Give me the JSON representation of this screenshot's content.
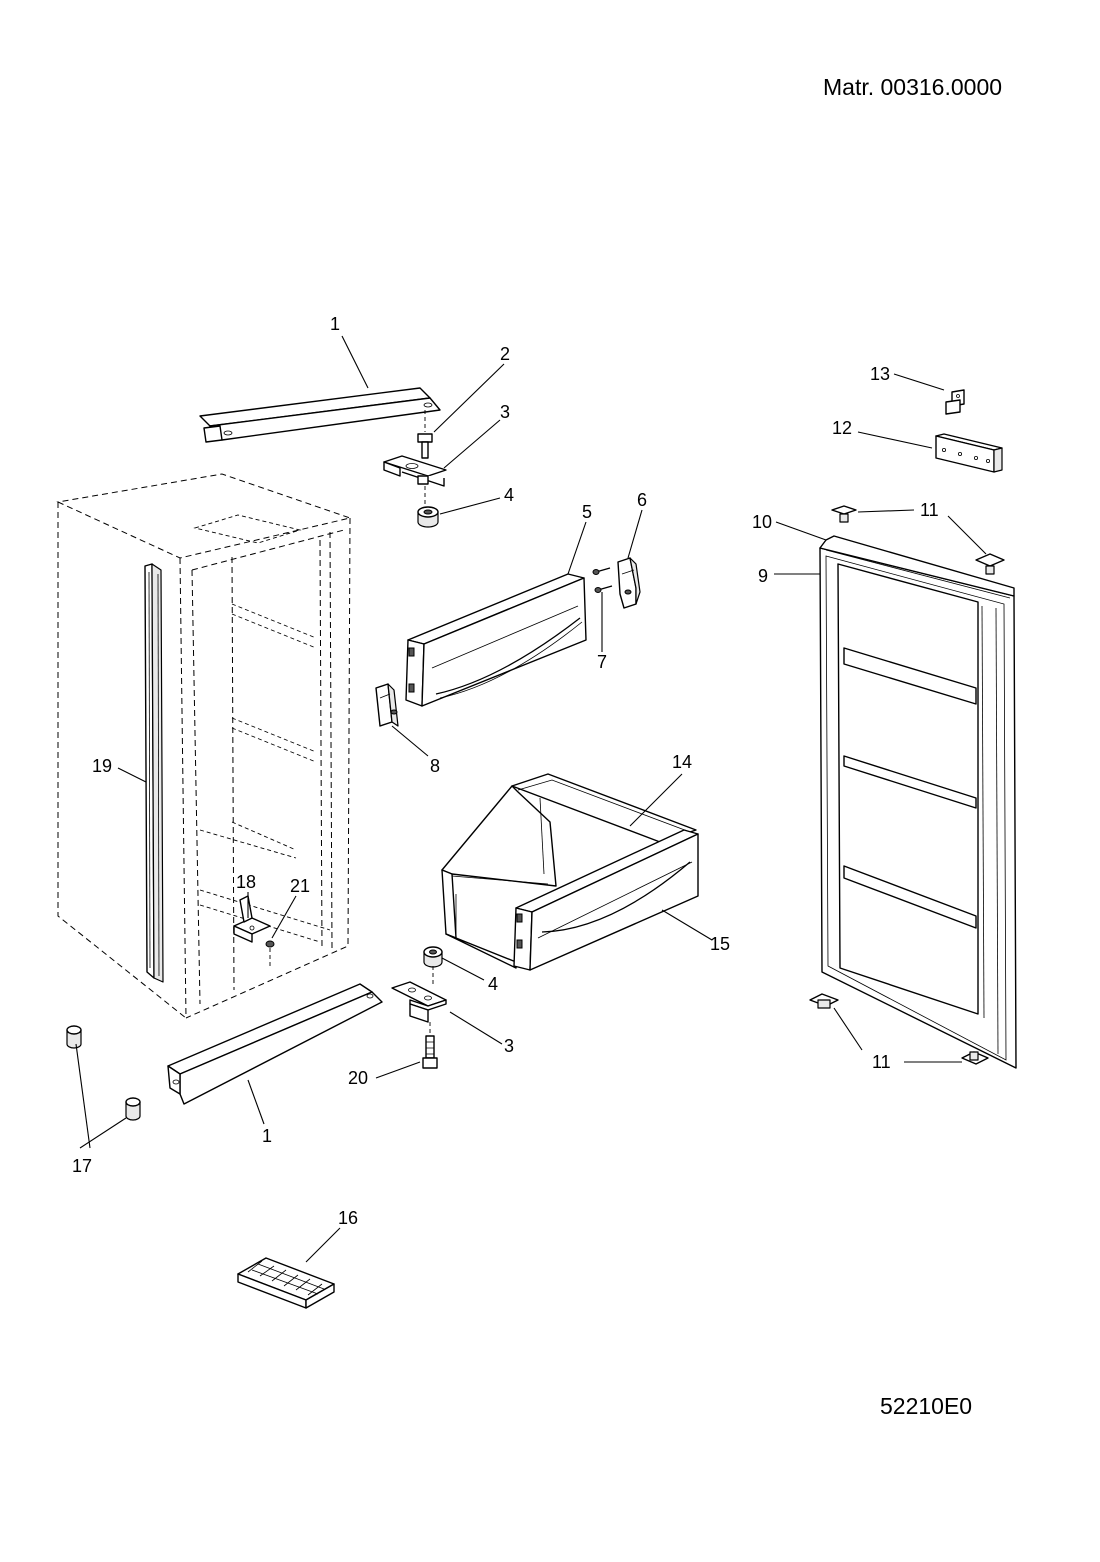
{
  "header": {
    "material_number": "Matr. 00316.0000"
  },
  "footer": {
    "drawing_code": "52210E0"
  },
  "callouts": {
    "c1_top": "1",
    "c1_bottom": "1",
    "c2": "2",
    "c3_top": "3",
    "c3_bottom": "3",
    "c4_top": "4",
    "c4_bottom": "4",
    "c5": "5",
    "c6": "6",
    "c7": "7",
    "c8": "8",
    "c9": "9",
    "c10": "10",
    "c11_top": "11",
    "c11_bottom": "11",
    "c12": "12",
    "c13": "13",
    "c14": "14",
    "c15": "15",
    "c16": "16",
    "c17": "17",
    "c18": "18",
    "c19": "19",
    "c20": "20",
    "c21": "21"
  }
}
